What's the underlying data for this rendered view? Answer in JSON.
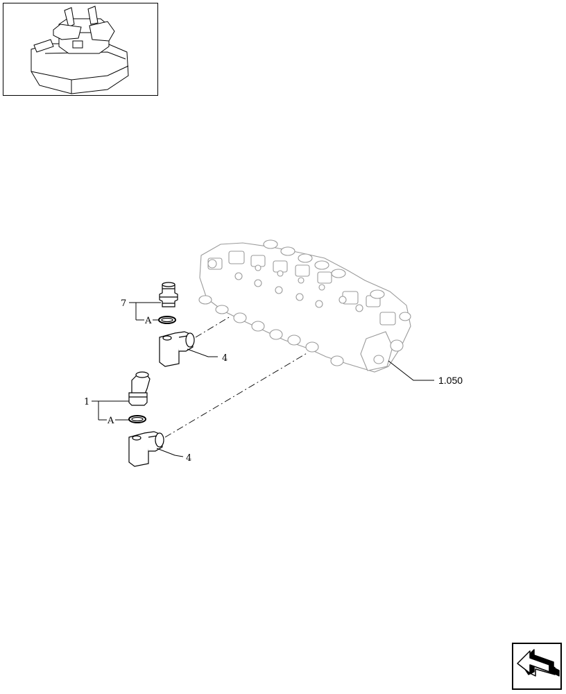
{
  "callouts": {
    "fitting_upper": "7",
    "fitting_lower": "1",
    "kit_upper": "A",
    "kit_lower": "A",
    "elbow_upper": "4",
    "elbow_lower": "4",
    "valve_ref": "1.050"
  },
  "icons": {
    "thumbnail": "machine-seat-controls-thumbnail",
    "navigation": "return-arrow-icon"
  },
  "colors": {
    "line": "#000000",
    "ghost_line": "#9a9a9a",
    "background": "#ffffff"
  }
}
